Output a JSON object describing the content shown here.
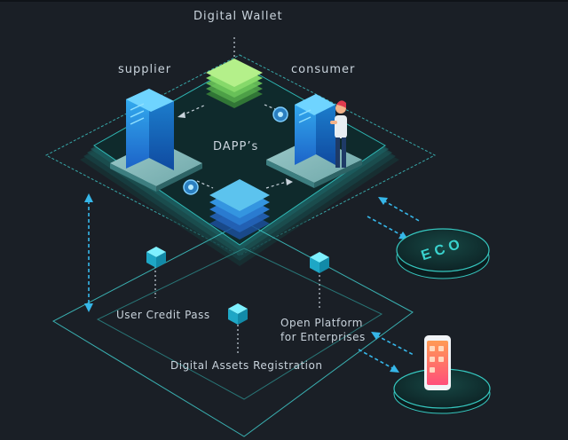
{
  "diagram": {
    "labels": {
      "digital_wallet": "Digital Wallet",
      "supplier": "supplier",
      "consumer": "consumer",
      "dapps": "DAPP’s",
      "user_credit_pass": "User Credit Pass",
      "open_platform_line1": "Open Platform",
      "open_platform_line2": "for Enterprises",
      "digital_assets_registration": "Digital Assets Registration",
      "eco": "ECO"
    },
    "colors": {
      "background": "#1a1f26",
      "frame_line": "#3fc9c9",
      "arrow": "#36b6e8",
      "wallet_green": "#8be06a",
      "dapp_blue": "#2f8fe0",
      "server_blue": "#2c8de6",
      "platform_teal": "#1f5f5c",
      "cube_cyan": "#3fd0e8",
      "phone_orange": "#ff7a3d"
    },
    "icons": [
      "digital-wallet-stack-icon",
      "supplier-server-icon",
      "consumer-server-icon",
      "person-icon",
      "dapp-stack-icon",
      "coin-icon",
      "cube-icon",
      "phone-icon",
      "eco-disc-icon"
    ]
  }
}
